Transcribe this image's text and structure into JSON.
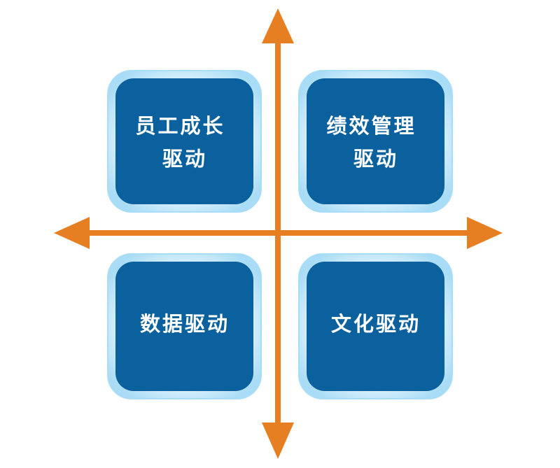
{
  "diagram": {
    "type": "quadrant",
    "quadrants": {
      "top_left": {
        "lines": [
          "员工成长",
          "驱动"
        ]
      },
      "top_right": {
        "lines": [
          "绩效管理",
          "驱动"
        ]
      },
      "bottom_left": {
        "lines": [
          "数据驱动"
        ]
      },
      "bottom_right": {
        "lines": [
          "文化驱动"
        ]
      }
    }
  },
  "colors": {
    "axis": "#e67e22",
    "tile_fill": "#0b609e",
    "tile_border_outer": "#a9dcf6",
    "tile_border_inner": "#d9f1fc",
    "label_text": "#ffffff"
  }
}
